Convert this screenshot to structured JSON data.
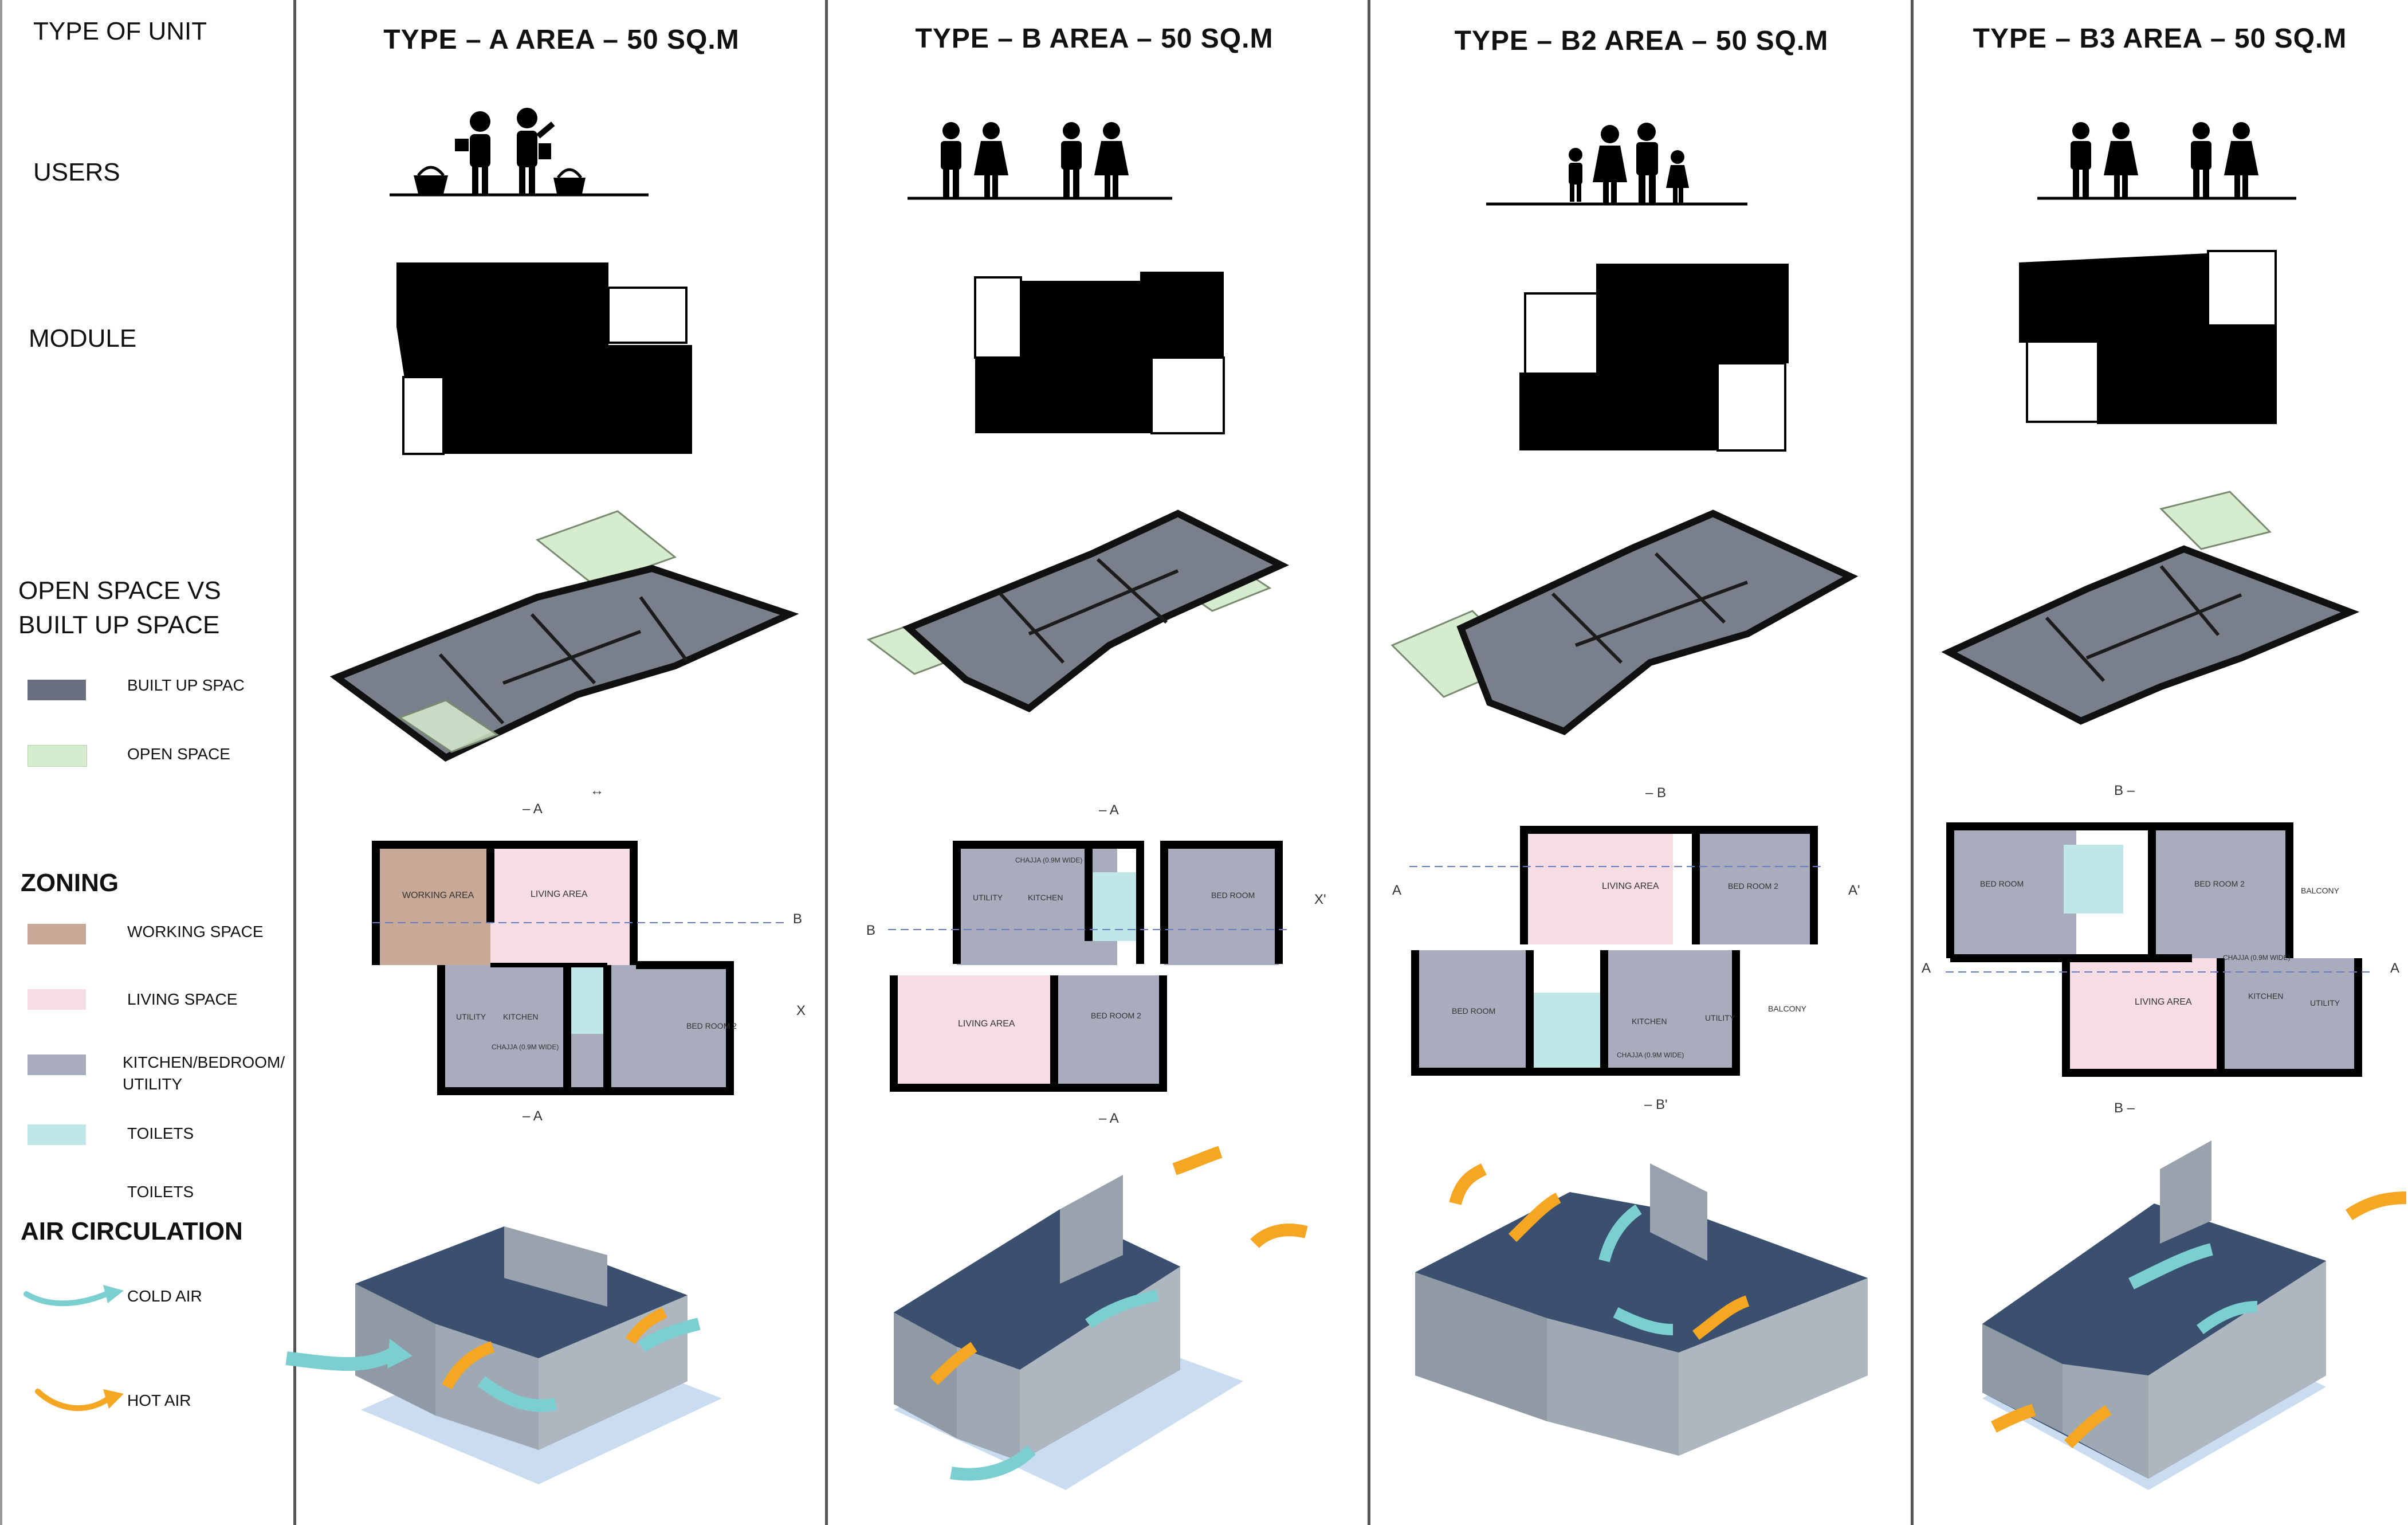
{
  "rows": {
    "type_of_unit": "TYPE OF UNIT",
    "users": "USERS",
    "module": "MODULE",
    "open_vs_built_1": "OPEN SPACE VS",
    "open_vs_built_2": "BUILT UP SPACE",
    "zoning": "ZONING",
    "air_circulation": "AIR CIRCULATION"
  },
  "legend": {
    "built_up": {
      "label": "BUILT UP SPAC",
      "color": "#6b7080"
    },
    "open_space": {
      "label": "OPEN SPACE",
      "color": "#d6eccf"
    },
    "working_space": {
      "label": "WORKING SPACE",
      "color": "#c8a896"
    },
    "living_space": {
      "label": "LIVING SPACE",
      "color": "#f6dde4"
    },
    "kitchen_1": "KITCHEN/BEDROOM/",
    "kitchen_2": "UTILITY",
    "kitchen_color": "#a8acbc",
    "toilets": {
      "label": "TOILETS",
      "color": "#bfe7e7"
    },
    "toilets_2": "TOILETS",
    "cold_air": {
      "label": "COLD AIR",
      "color": "#7ccfd0"
    },
    "hot_air": {
      "label": "HOT AIR",
      "color": "#f5a623"
    }
  },
  "units": [
    {
      "title": "TYPE – A   AREA – 50 SQ.M",
      "sec_top": "– A",
      "sec_bottom": "– A",
      "sec_left": "B",
      "sec_right": "X",
      "arrow": "↔"
    },
    {
      "title": "TYPE – B   AREA – 50 SQ.M",
      "sec_top": "– A",
      "sec_bottom": "– A",
      "sec_left": "B",
      "sec_right": "X'"
    },
    {
      "title": "TYPE – B2  AREA – 50 SQ.M",
      "sec_top": "– B",
      "sec_bottom": "– B'",
      "sec_left": "A",
      "sec_right": "A'"
    },
    {
      "title": "TYPE – B3  AREA – 50 SQ.M",
      "sec_top": "B –",
      "sec_bottom": "B –",
      "sec_left": "A",
      "sec_right": "A"
    }
  ],
  "rooms": {
    "working_area": "WORKING AREA",
    "living_area": "LIVING AREA",
    "utility": "UTILITY",
    "kitchen": "KITCHEN",
    "bed_room": "BED ROOM",
    "bed_room_2": "BED ROOM 2",
    "chajja": "CHAJJA (0.9M WIDE)",
    "balcony": "BALCONY"
  }
}
